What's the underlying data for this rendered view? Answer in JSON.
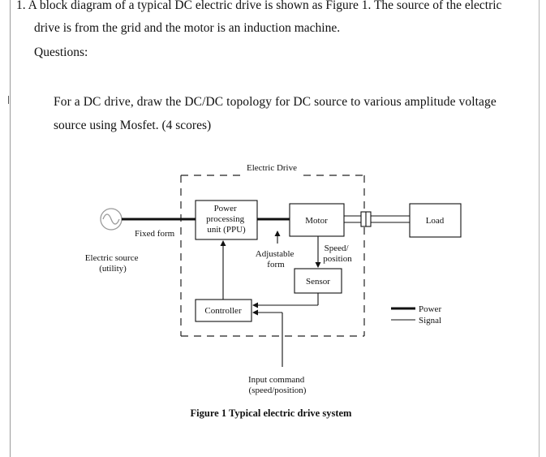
{
  "question": {
    "line1": "1.  A block diagram of a typical DC electric drive is shown as Figure 1. The source of the electric",
    "line2": "drive is from the grid and the motor is an induction machine.",
    "questions_label": "Questions:"
  },
  "prompt": {
    "line1": "For a DC drive, draw the DC/DC topology for DC source to various amplitude voltage",
    "line2": "source using Mosfet. (4 scores)"
  },
  "diagram": {
    "title": "Electric Drive",
    "ppu": [
      "Power",
      "processing",
      "unit (PPU)"
    ],
    "motor": "Motor",
    "load": "Load",
    "fixed_form": "Fixed form",
    "source": [
      "Electric source",
      "(utility)"
    ],
    "adjustable": [
      "Adjustable",
      "form"
    ],
    "speed": [
      "Speed/",
      "position"
    ],
    "sensor": "Sensor",
    "controller": "Controller",
    "input": [
      "Input command",
      "(speed/position)"
    ],
    "legend_power": "Power",
    "legend_signal": "Signal",
    "caption": "Figure 1 Typical electric drive system"
  }
}
